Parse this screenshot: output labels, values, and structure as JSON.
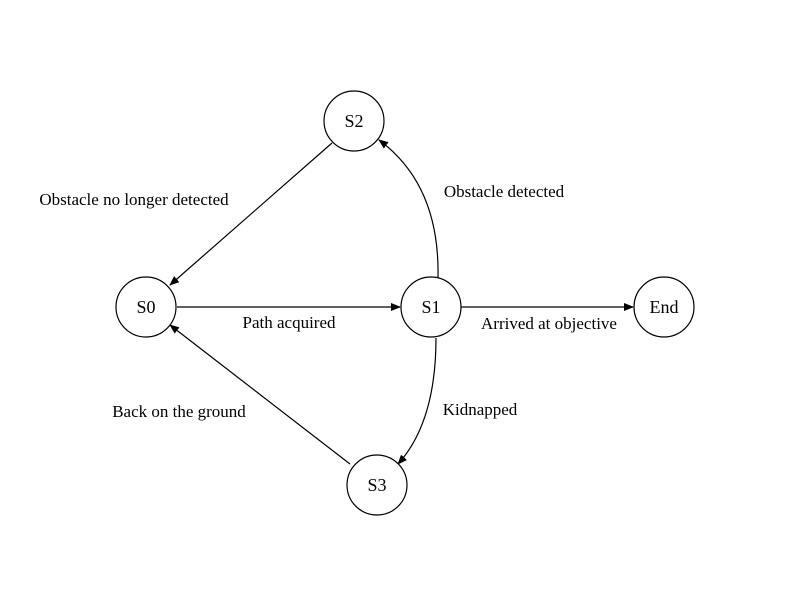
{
  "nodes": {
    "s0": "S0",
    "s1": "S1",
    "s2": "S2",
    "s3": "S3",
    "end": "End"
  },
  "edges": {
    "s0_s1": "Path acquired",
    "s1_s2": "Obstacle detected",
    "s2_s0": "Obstacle no longer detected",
    "s1_s3": "Kidnapped",
    "s3_s0": "Back on the ground",
    "s1_end": "Arrived at objective"
  },
  "colors": {
    "stroke": "#000000",
    "background": "#ffffff"
  }
}
